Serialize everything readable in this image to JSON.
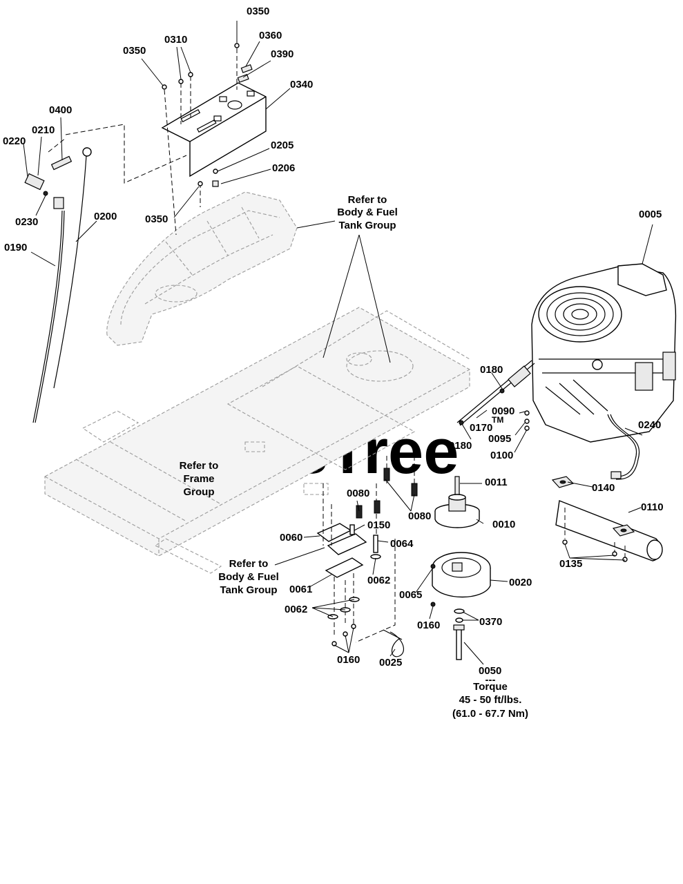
{
  "labels": {
    "p0350a": "0350",
    "p0350b": "0350",
    "p0350c": "0350",
    "p0310": "0310",
    "p0360": "0360",
    "p0390": "0390",
    "p0340": "0340",
    "p0400": "0400",
    "p0210": "0210",
    "p0220": "0220",
    "p0230": "0230",
    "p0205": "0205",
    "p0206": "0206",
    "p0200": "0200",
    "p0190": "0190",
    "p0005": "0005",
    "p0180a": "0180",
    "p0180b": "0180",
    "p0170": "0170",
    "p0090": "0090",
    "p0095": "0095",
    "p0100": "0100",
    "p0240": "0240",
    "p0011": "0011",
    "p0010": "0010",
    "p0080a": "0080",
    "p0080b": "0080",
    "p0150": "0150",
    "p0060": "0060",
    "p0064": "0064",
    "p0062a": "0062",
    "p0062b": "0062",
    "p0061": "0061",
    "p0065": "0065",
    "p0020": "0020",
    "p0370": "0370",
    "p0160a": "0160",
    "p0160b": "0160",
    "p0025": "0025",
    "p0050": "0050",
    "p0140": "0140",
    "p0110": "0110",
    "p0135": "0135"
  },
  "notes": {
    "body_fuel_top": [
      "Refer to",
      "Body & Fuel",
      "Tank Group"
    ],
    "frame": [
      "Refer to",
      "Frame",
      "Group"
    ],
    "body_fuel_bottom": [
      "Refer to",
      "Body & Fuel",
      "Tank Group"
    ],
    "torque": [
      "---",
      "Torque",
      "45 - 50 ft/lbs.",
      "(61.0 - 67.7 Nm)"
    ]
  },
  "watermark": {
    "text": "PartsTree",
    "trademark": "TM"
  }
}
